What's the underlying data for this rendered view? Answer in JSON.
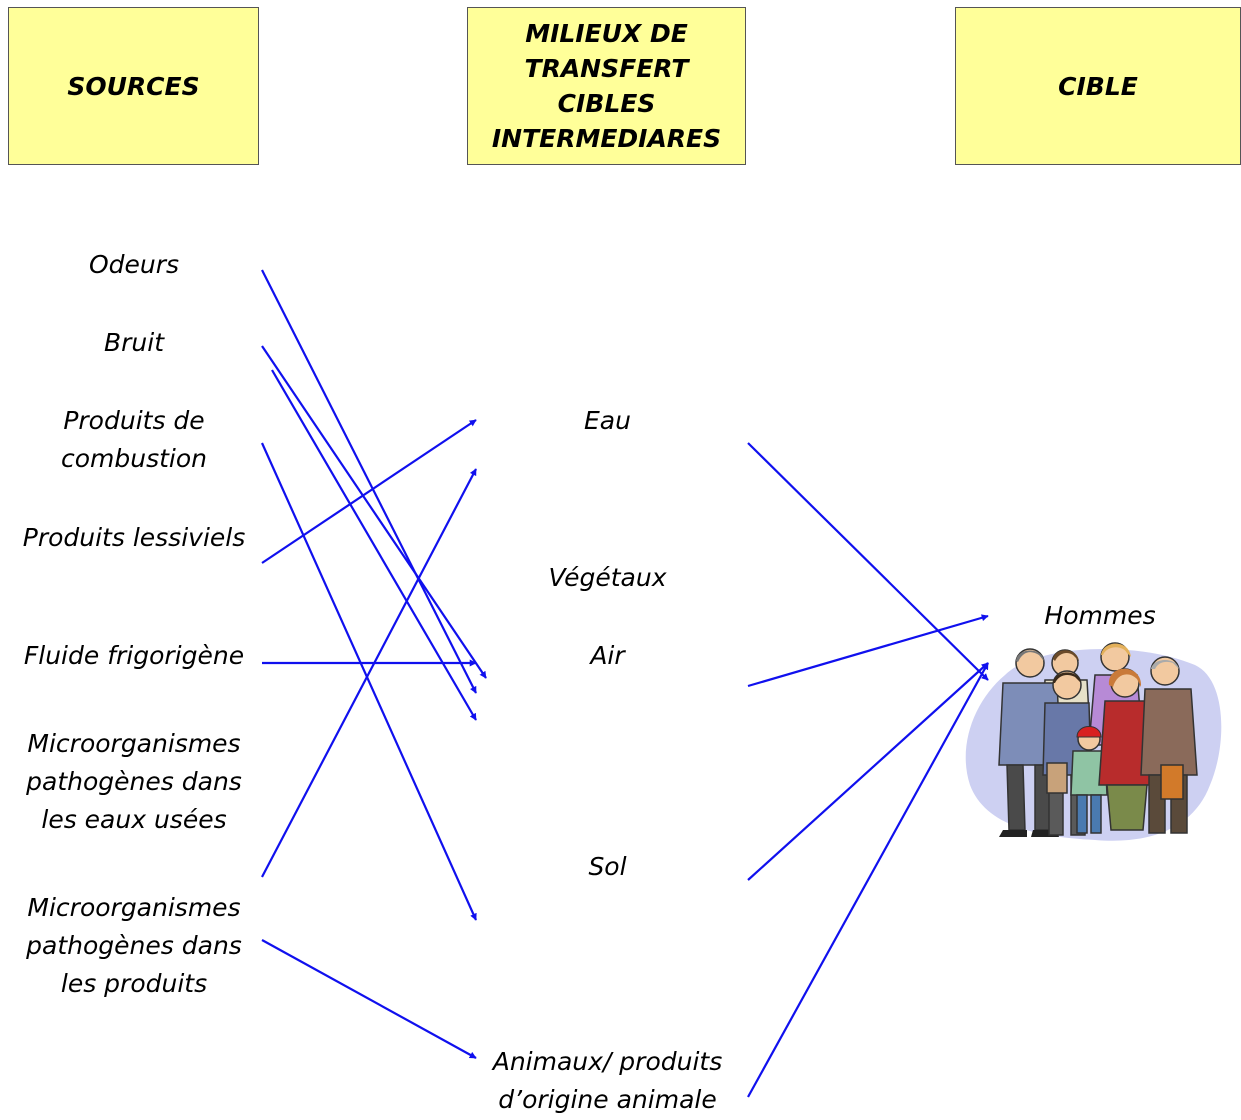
{
  "colors": {
    "header_fill": "#ffff99",
    "header_border": "#555555",
    "arrow": "#1010ee"
  },
  "headers": {
    "sources": "SOURCES",
    "milieux": "MILIEUX DE\nTRANSFERT\nCIBLES\nINTERMEDIARES",
    "cible": "CIBLE"
  },
  "sources": {
    "odeurs": "Odeurs",
    "bruit": "Bruit",
    "combustion": "Produits de\ncombustion",
    "lessiviels": "Produits lessiviels",
    "fluide": "Fluide frigorigène",
    "micro_eaux": "Microorganismes\npathogènes dans\nles eaux usées",
    "micro_produits": "Microorganismes\npathogènes dans\nles produits"
  },
  "milieux": {
    "eau": "Eau",
    "vegetaux": "Végétaux",
    "air": "Air",
    "sol": "Sol",
    "animaux": "Animaux/ produits\nd’origine animale"
  },
  "cible": {
    "hommes": "Hommes",
    "illustration_icon": "group-of-people-clipart"
  }
}
